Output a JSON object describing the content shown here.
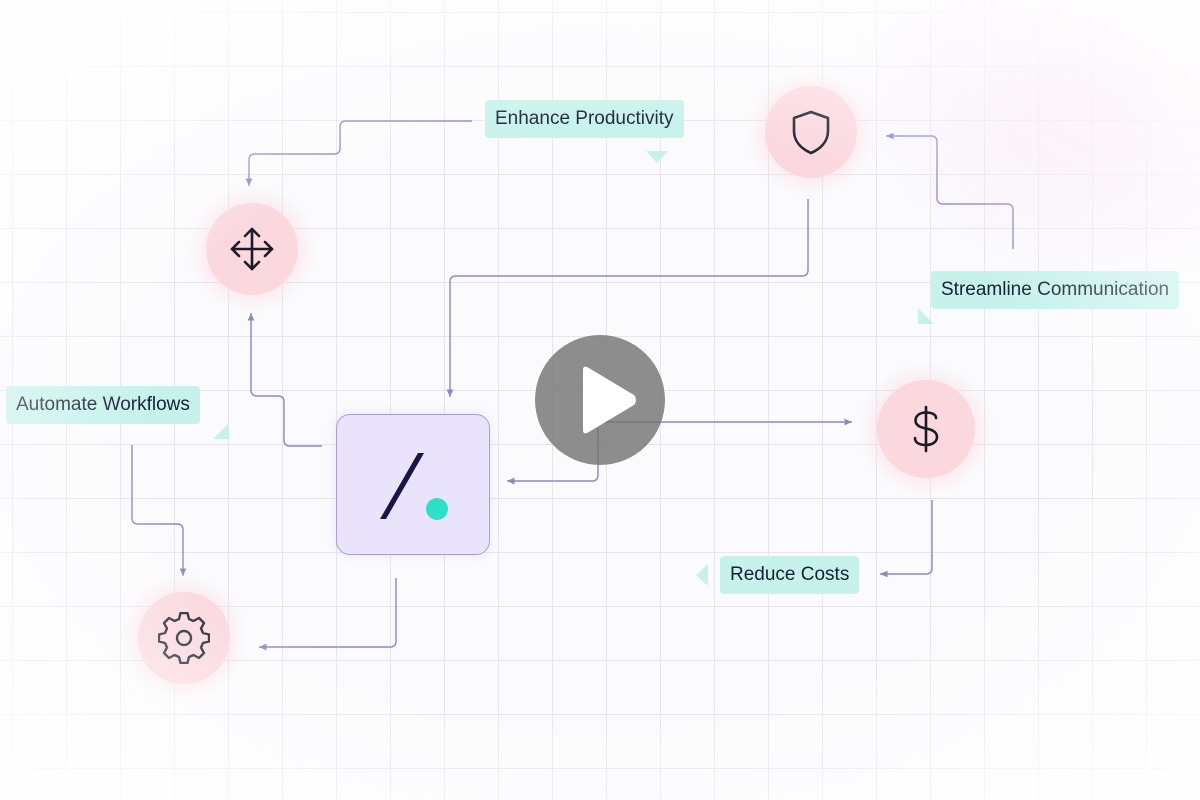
{
  "labels": {
    "enhance_productivity": "Enhance Productivity",
    "streamline_communication": "Streamline Communication",
    "automate_workflows": "Automate Workflows",
    "reduce_costs": "Reduce Costs"
  },
  "icons": {
    "hub": "brand-logo-slash-dot",
    "top_left_node": "move-arrows-icon",
    "top_right_node": "shield-icon",
    "right_node": "dollar-icon",
    "bottom_left_node": "gear-icon",
    "overlay": "play-icon"
  },
  "colors": {
    "node_fill": "#fbd7de",
    "label_fill": "#c7f2ec",
    "hub_fill": "#e9e4fb",
    "hub_border": "#a99cdf",
    "connector": "#8d86c8",
    "logo_slash": "#1b1446",
    "logo_dot": "#2ee0c9",
    "play_overlay": "#6e6e6e"
  }
}
